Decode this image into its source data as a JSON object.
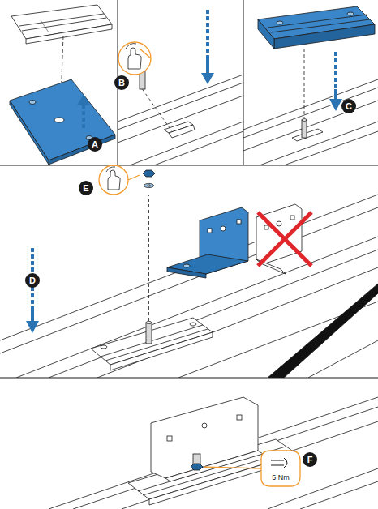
{
  "diagram": {
    "labels": [
      "A",
      "B",
      "C",
      "D",
      "E",
      "F",
      "5 Nm"
    ]
  }
}
